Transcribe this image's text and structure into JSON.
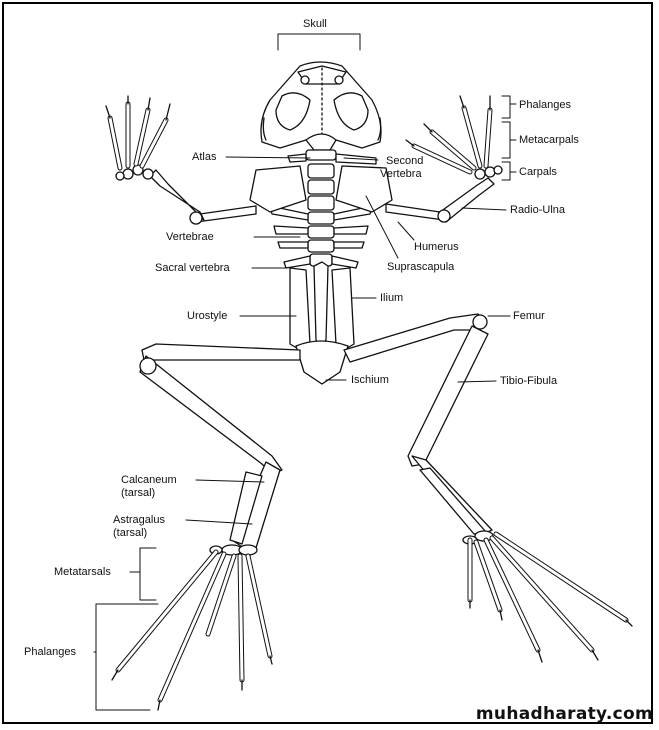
{
  "labels": {
    "skull": "Skull",
    "phalanges_hand": "Phalanges",
    "metacarpals": "Metacarpals",
    "carpals": "Carpals",
    "atlas": "Atlas",
    "second_vertebra_1": "Second",
    "second_vertebra_2": "Vertebra",
    "radio_ulna": "Radio-Ulna",
    "vertebrae": "Vertebrae",
    "humerus": "Humerus",
    "sacral_vertebra": "Sacral vertebra",
    "suprascapula": "Suprascapula",
    "ilium": "Ilium",
    "urostyle": "Urostyle",
    "femur": "Femur",
    "ischium": "Ischium",
    "tibio_fibula": "Tibio-Fibula",
    "calcaneum_1": "Calcaneum",
    "calcaneum_2": "(tarsal)",
    "astragalus_1": "Astragalus",
    "astragalus_2": "(tarsal)",
    "metatarsals": "Metatarsals",
    "phalanges_foot": "Phalanges"
  },
  "watermark": "muhadharaty.com",
  "colors": {
    "line": "#111111",
    "background": "#ffffff"
  }
}
